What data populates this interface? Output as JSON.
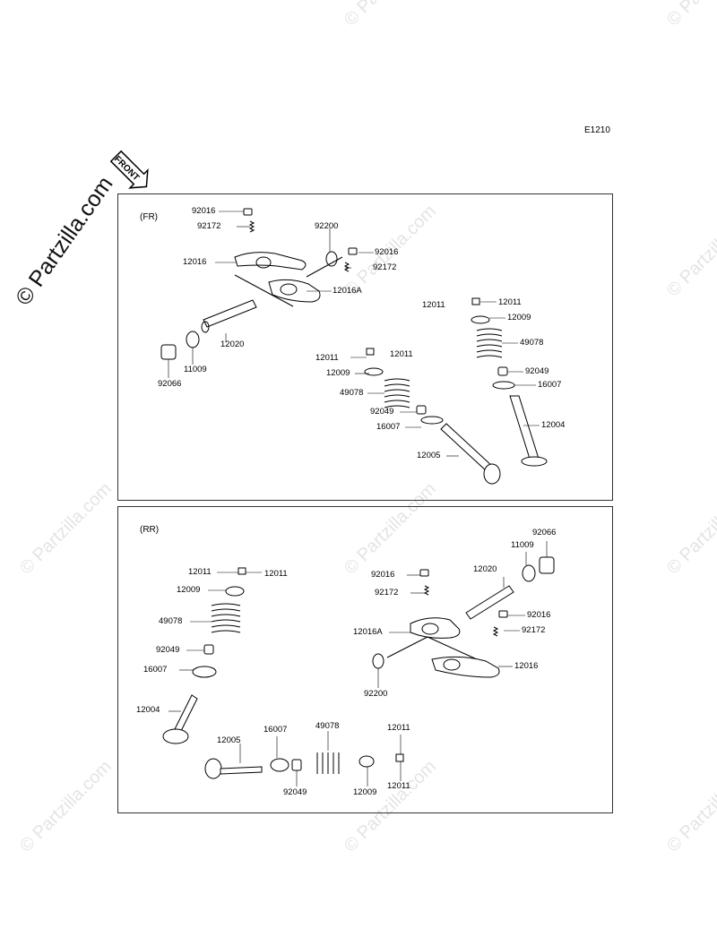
{
  "watermark": "© Partzilla.com",
  "diagram_code": "E1210",
  "front_badge": "FRONT",
  "panels": {
    "fr": {
      "title": "(FR)",
      "labels": [
        "92016",
        "92172",
        "92200",
        "92016",
        "92172",
        "12016",
        "12016A",
        "12020",
        "11009",
        "92066",
        "12011",
        "12011",
        "12009",
        "49078",
        "92049",
        "16007",
        "12004",
        "12011",
        "12011",
        "12009",
        "49078",
        "92049",
        "16007",
        "12005"
      ]
    },
    "rr": {
      "title": "(RR)",
      "labels": [
        "92066",
        "11009",
        "12020",
        "92016",
        "92172",
        "12016A",
        "92016",
        "92172",
        "12016",
        "92200",
        "12011",
        "12011",
        "12009",
        "49078",
        "92049",
        "16007",
        "12004",
        "12005",
        "16007",
        "92049",
        "49078",
        "12009",
        "12011",
        "12011"
      ]
    }
  }
}
